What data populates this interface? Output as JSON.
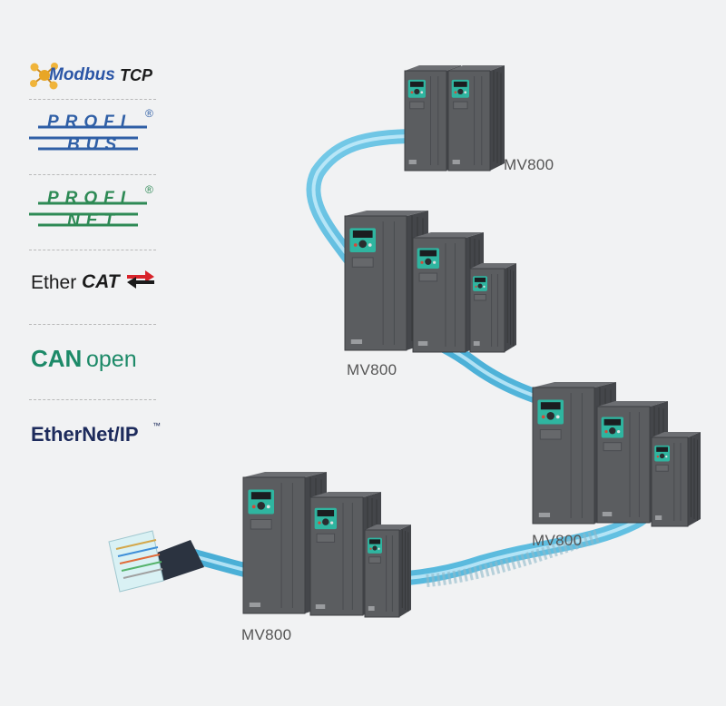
{
  "protocols": {
    "modbus": {
      "name": "Modbus",
      "suffix": "TCP"
    },
    "profibus": {
      "line1": "PROFI",
      "line2": "BUS",
      "reg": "®"
    },
    "profinet": {
      "line1": "PROFI",
      "line2": "NET",
      "reg": "®"
    },
    "ethercat": {
      "part1": "Ether",
      "part2": "CAT"
    },
    "canopen": {
      "part1": "CAN",
      "part2": "open"
    },
    "ethernetip": {
      "text": "EtherNet/IP",
      "tm": "™"
    }
  },
  "drive_groups": [
    {
      "label": "MV800"
    },
    {
      "label": "MV800"
    },
    {
      "label": "MV800"
    },
    {
      "label": "MV800"
    }
  ],
  "colors": {
    "background": "#f1f2f3",
    "profi_blue": "#2f5fa6",
    "profi_green": "#2e8a55",
    "canopen_green": "#1d8a68",
    "ethernetip_navy": "#1d2b5c",
    "ethercat_red": "#d8232a",
    "cable_cyan": "#49b8dc",
    "drive_body": "#5b5d60",
    "drive_accent": "#2fb5a0"
  },
  "icons": [
    "modbus-molecule-icon",
    "ethercat-arrows-icon",
    "rj45-connector-icon"
  ]
}
